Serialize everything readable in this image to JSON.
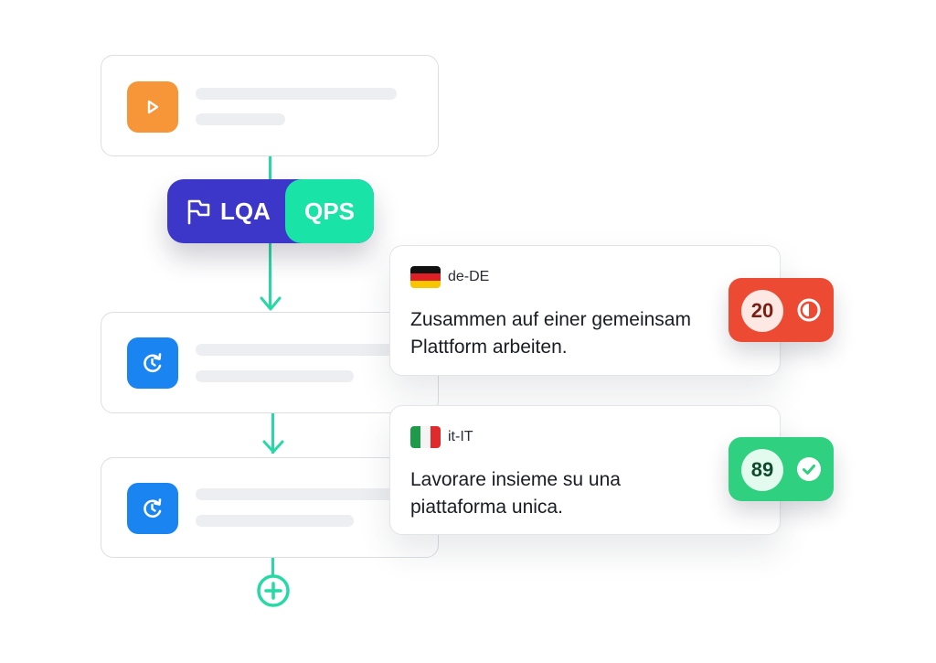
{
  "workflow": {
    "steps": [
      {
        "icon": "play-icon",
        "color": "#f79638"
      },
      {
        "icon": "refresh-clock-icon",
        "color": "#1a85f0"
      },
      {
        "icon": "refresh-clock-icon",
        "color": "#1a85f0"
      }
    ],
    "connector_color": "#27d9a4",
    "add_icon": "plus-circle-icon"
  },
  "pill": {
    "lqa_label": "LQA",
    "qps_label": "QPS",
    "lqa_icon": "flag-icon",
    "lqa_color": "#3c37c8",
    "qps_color": "#19e3a7"
  },
  "translations": [
    {
      "locale": "de-DE",
      "flag": "flag-de-icon",
      "line1": "Zusammen auf einer gemeinsam",
      "line2": "Plattform arbeiten.",
      "score": "20",
      "score_color": "#ec4a32",
      "status_icon": "half-circle-icon"
    },
    {
      "locale": "it-IT",
      "flag": "flag-it-icon",
      "line1": "Lavorare insieme su una",
      "line2": "piattaforma unica.",
      "score": "89",
      "score_color": "#2fd07f",
      "status_icon": "check-circle-icon"
    }
  ]
}
